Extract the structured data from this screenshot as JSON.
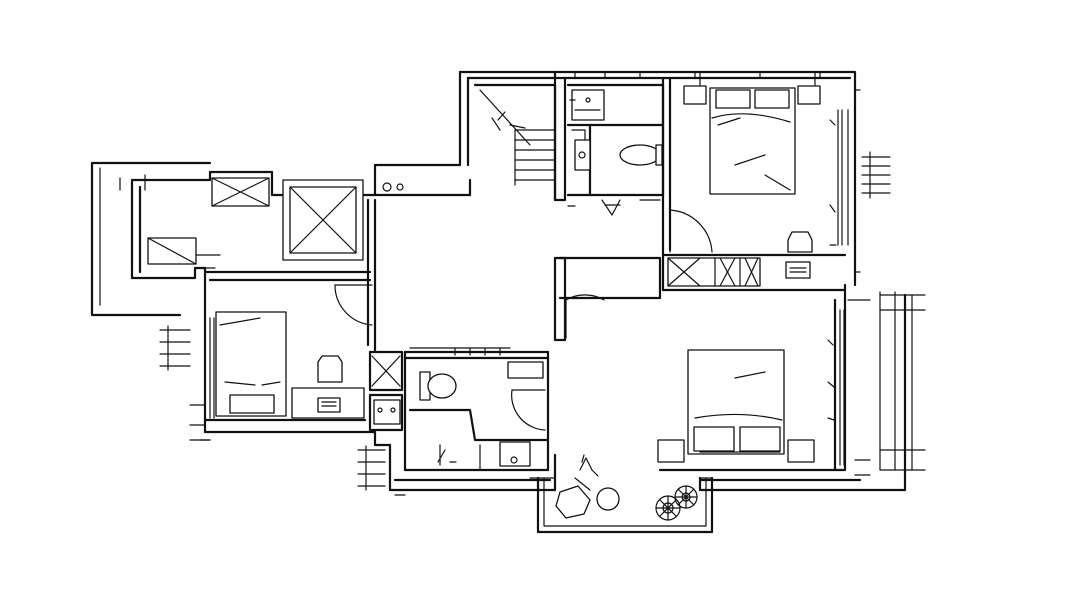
{
  "drawing": {
    "type": "architectural floor plan",
    "style": "hand-sketched line drawing",
    "line_color": "#111111",
    "background_color": "#ffffff",
    "printed_text": []
  },
  "rooms": [
    {
      "id": "bedroom-top-right",
      "furniture": [
        "double-bed",
        "bedside-table",
        "bedside-table",
        "desk-chair",
        "wardrobe"
      ]
    },
    {
      "id": "bedroom-bottom-right",
      "furniture": [
        "double-bed",
        "bedside-table",
        "bedside-table"
      ]
    },
    {
      "id": "bedroom-left",
      "furniture": [
        "single-bed",
        "desk",
        "desk-chair"
      ]
    },
    {
      "id": "bathroom-top",
      "furniture": [
        "toilet",
        "sink",
        "shower"
      ]
    },
    {
      "id": "bathroom-center",
      "furniture": [
        "toilet",
        "sink"
      ]
    },
    {
      "id": "stair-core",
      "furniture": [
        "stairs"
      ]
    },
    {
      "id": "balcony",
      "furniture": [
        "lounge-chair",
        "round-table",
        "potted-plant",
        "potted-plant"
      ]
    }
  ],
  "icons": [
    "bed-icon",
    "toilet-icon",
    "sink-icon",
    "chair-icon",
    "plant-icon",
    "door-swing-icon",
    "window-icon",
    "stairs-icon"
  ]
}
